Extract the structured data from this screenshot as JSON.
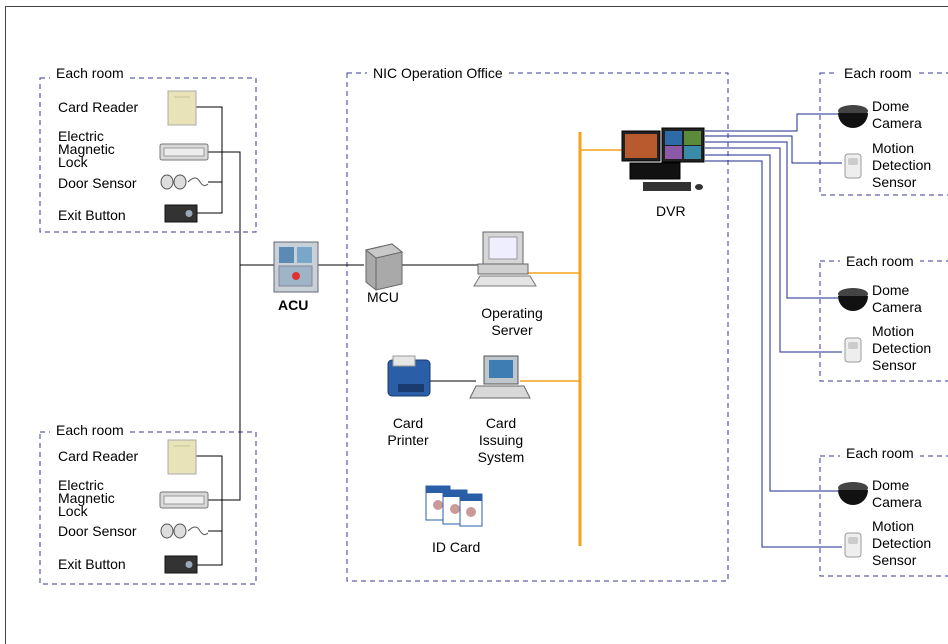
{
  "groups": {
    "room_top": "Each room",
    "room_bottom": "Each room",
    "nic_office": "NIC Operation Office",
    "cam_room_1": "Each room",
    "cam_room_2": "Each room",
    "cam_room_3": "Each room"
  },
  "room_devices": {
    "card_reader": "Card Reader",
    "electric_lock": "Electric\nMagnetic\nLock",
    "door_sensor": "Door Sensor",
    "exit_button": "Exit Button"
  },
  "nodes": {
    "acu": "ACU",
    "mcu": "MCU",
    "operating_server": "Operating\nServer",
    "card_printer": "Card\nPrinter",
    "card_issuing": "Card\nIssuing\nSystem",
    "id_card": "ID Card",
    "dvr": "DVR"
  },
  "camera_devices": {
    "dome_camera": "Dome\nCamera",
    "motion_sensor": "Motion\nDetection\nSensor"
  },
  "colors": {
    "group_border": "#3a3a9a",
    "backbone": "#f4a21e",
    "camera_link": "#1f2a8c"
  }
}
